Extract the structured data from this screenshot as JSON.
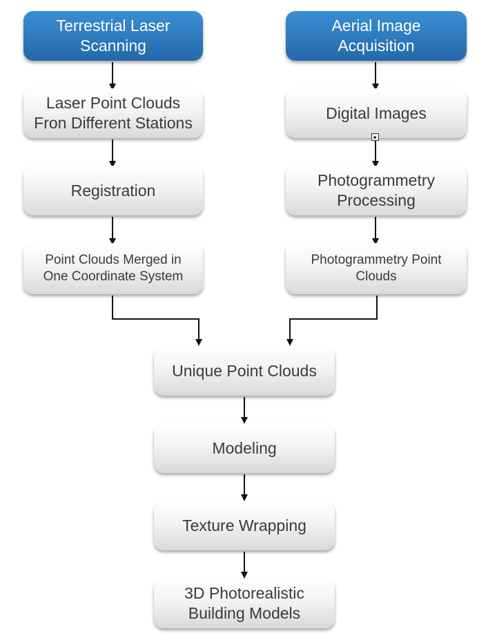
{
  "diagram": {
    "nodes": {
      "terrestrial": "Terrestrial Laser\nScanning",
      "aerial": "Aerial Image\nAcquisition",
      "laser_clouds": "Laser Point Clouds\nFron Different Stations",
      "digital_images": "Digital Images",
      "registration": "Registration",
      "photogrammetry_processing": "Photogrammetry\nProcessing",
      "merged_clouds": "Point Clouds Merged in\nOne Coordinate System",
      "photogrammetry_clouds": "Photogrammetry Point\nClouds",
      "unique_clouds": "Unique Point Clouds",
      "modeling": "Modeling",
      "texture": "Texture Wrapping",
      "models": "3D Photorealistic\nBuilding Models"
    },
    "colors": {
      "source_node": "#2f7cbf",
      "process_node": "#ececec",
      "arrow": "#111111",
      "text": "#3a3a3a"
    }
  }
}
